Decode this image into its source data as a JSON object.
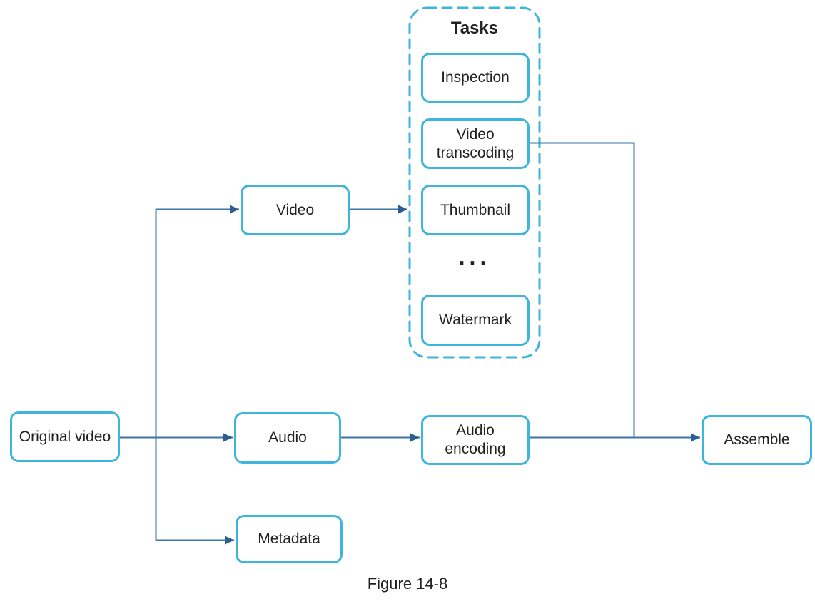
{
  "figure": {
    "caption": "Figure 14-8"
  },
  "colors": {
    "box_border": "#3db5dc",
    "connector": "#3e74a6",
    "arrowhead": "#2b5f94",
    "text": "#212121",
    "background": "#ffffff"
  },
  "groups": {
    "tasks": {
      "title": "Tasks",
      "ellipsis": "..."
    }
  },
  "nodes": {
    "original_video": {
      "label": "Original video"
    },
    "video": {
      "label": "Video"
    },
    "audio": {
      "label": "Audio"
    },
    "metadata": {
      "label": "Metadata"
    },
    "inspection": {
      "label": "Inspection"
    },
    "video_transcoding": {
      "label": "Video transcoding"
    },
    "thumbnail": {
      "label": "Thumbnail"
    },
    "watermark": {
      "label": "Watermark"
    },
    "audio_encoding": {
      "label": "Audio encoding"
    },
    "assemble": {
      "label": "Assemble"
    }
  },
  "edges": [
    {
      "from": "original_video",
      "to": "video"
    },
    {
      "from": "original_video",
      "to": "audio"
    },
    {
      "from": "original_video",
      "to": "metadata"
    },
    {
      "from": "video",
      "to": "tasks_group"
    },
    {
      "from": "audio",
      "to": "audio_encoding"
    },
    {
      "from": "video_transcoding",
      "to": "assemble"
    },
    {
      "from": "audio_encoding",
      "to": "assemble"
    }
  ]
}
